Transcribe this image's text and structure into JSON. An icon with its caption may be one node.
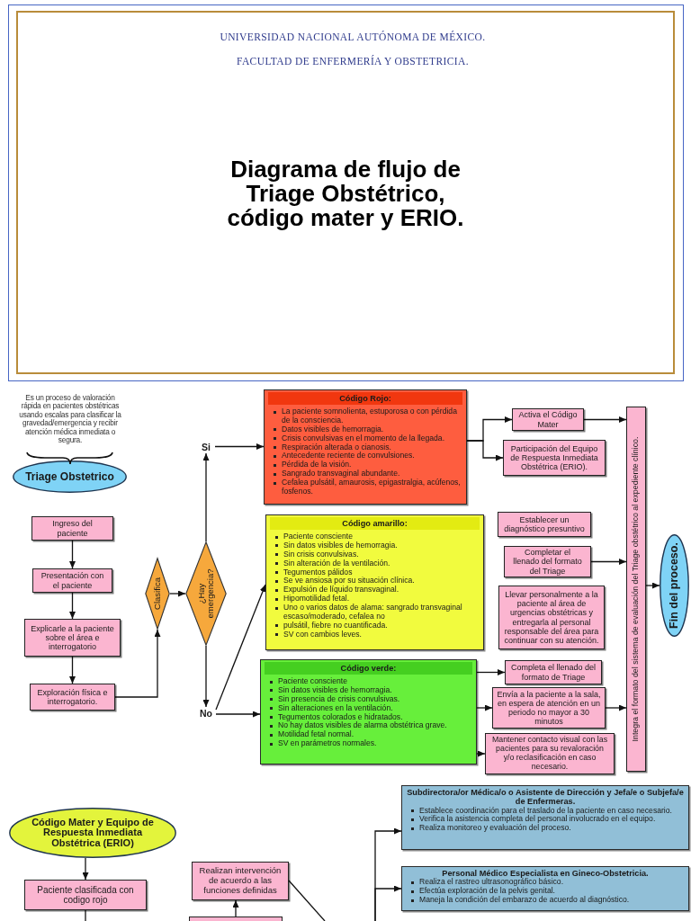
{
  "diagram": {
    "title": "Diagrama de flujo de Triage Obstétrico, código mater y ERIO.",
    "nodes": [
      {
        "text": [
          "Triage Obstetrico"
        ],
        "beside": [
          "Es un proceso de valoración rápida en pacientes obstétricas usando escalas para clasificar la gravedad/emergencia y recibir atención médica inmediata o segura."
        ]
      },
      {
        "text": [
          "Ingreso del paciente"
        ]
      },
      {
        "text": [
          "Presentación con el paciente"
        ]
      },
      {
        "text": [
          "Explicarle a la paciente sobre el área e interrogatorio"
        ]
      },
      {
        "text": [
          "Exploración física e interrogatorio."
        ]
      },
      {
        "text": [
          "Clasifica"
        ]
      },
      {
        "text": [
          "¿Hay emergencia?"
        ]
      },
      {
        "text": [
          "Si"
        ]
      },
      {
        "text": [
          "No"
        ]
      },
      {
        "text": [
          "Código Rojo:",
          "La paciente somnolienta, estuporosa o con pérdida de la consciencia.",
          "Datos visibles de hemorragia.",
          "Crisis convulsivas en el momento de la llegada.",
          "Respiración alterada o cianosis.",
          "Antecedente reciente de convulsiones.",
          "Pérdida de la visión.",
          "Sangrado transvaginal abundante.",
          "Cefalea pulsátil, amaurosis, epigastralgia, acúfenos, fosfenos."
        ]
      },
      {
        "text": [
          "Código amarillo:",
          "Paciente consciente",
          "Sin datos visibles de hemorragia.",
          "Sin crisis convulsivas.",
          "Sin alteración de la ventilación.",
          "Tegumentos pálidos",
          "Se ve ansiosa por su situación clínica.",
          "Expulsión de líquido transvaginal.",
          "Hipomotilidad fetal.",
          "Uno o varios datos de alama: sangrado transvaginal escaso/moderado, cefalea no",
          "pulsátil, fiebre no cuantificada.",
          "SV con cambios leves."
        ]
      },
      {
        "text": [
          "Código verde:",
          "Paciente consciente",
          "Sin datos visibles de hemorragia.",
          "Sin presencia de crisis convulsivas.",
          "Sin alteraciones en la ventilación.",
          "Tegumentos colorados e hidratados.",
          "No hay datos visibles de alarma obstétrica grave.",
          "Motilidad fetal normal.",
          "SV en parámetros normales."
        ]
      },
      {
        "text": [
          "Activa el Código Mater"
        ]
      },
      {
        "text": [
          "Participación del Equipo de Respuesta Inmediata Obstétrica (ERIO)."
        ]
      },
      {
        "text": [
          "Establecer un diagnóstico presuntivo"
        ]
      },
      {
        "text": [
          "Completar el llenado del formato del Triage"
        ]
      },
      {
        "text": [
          "Llevar personalmente a la paciente al área de urgencias obstétricas y entregarla al personal responsable del área para continuar con su atención."
        ]
      },
      {
        "text": [
          "Completa el llenado del formato de Triage"
        ]
      },
      {
        "text": [
          "Envía a la paciente a la sala, en espera de atención en un periodo no mayor a 30 minutos"
        ]
      },
      {
        "text": [
          "Mantener contacto visual con las pacientes para su revaloración y/o reclasificación en caso necesario."
        ]
      },
      {
        "text": [
          "Integra el formato del sistema de evaluación del Triage obstétrico al expediente clínico."
        ]
      },
      {
        "text": [
          "Fin del proceso."
        ]
      },
      {
        "text": [
          "Código Mater y Equipo de Respuesta Inmediata Obstétrica (ERIO)"
        ]
      },
      {
        "text": [
          "Paciente clasificada con codigo rojo"
        ]
      },
      {
        "text": [
          "Realizan intervención de acuerdo a las funciones definidas"
        ]
      },
      {
        "text": [],
        "shape": "box"
      },
      {
        "text": [
          "Subdirectora/or Médica/o o Asistente de Dirección y Jefa/e o Subjefa/e de Enfermeras.",
          "Establece coordinación para el traslado de la paciente en caso necesario.",
          "Verifica la asistencia completa del personal involucrado en el equipo.",
          "Realiza monitoreo y evaluación del proceso."
        ]
      },
      {
        "text": [
          "Personal Médico Especialista en Gineco-Obstetricia.",
          "Realiza el rastreo ultrasonográfico básico.",
          "Efectúa exploración de la pelvis genital.",
          "Maneja la condición del embarazo de acuerdo al diagnóstico."
        ]
      }
    ],
    "edges": [
      {
        "from": 1,
        "to": 2,
        "arrow": "to"
      },
      {
        "from": 2,
        "to": 3,
        "arrow": "to"
      },
      {
        "from": 3,
        "to": 4,
        "arrow": "to"
      },
      {
        "from": 4,
        "to": 5,
        "arrow": "to"
      },
      {
        "from": 5,
        "to": 6,
        "arrow": "to"
      },
      {
        "from": 6,
        "to": 7,
        "arrow": "to"
      },
      {
        "from": 6,
        "to": 8,
        "arrow": "to"
      },
      {
        "from": 7,
        "to": 9,
        "arrow": "to"
      },
      {
        "from": 8,
        "to": 10,
        "arrow": "to"
      },
      {
        "from": 8,
        "to": 11,
        "arrow": "to"
      },
      {
        "from": 9,
        "to": 12,
        "arrow": "to"
      },
      {
        "from": 9,
        "to": 13,
        "arrow": "to"
      },
      {
        "from": 12,
        "to": 20,
        "arrow": "to"
      },
      {
        "from": 15,
        "to": 20,
        "arrow": "to"
      },
      {
        "from": 11,
        "to": 17,
        "arrow": "to"
      },
      {
        "from": 11,
        "to": 18,
        "arrow": "to"
      },
      {
        "from": 11,
        "to": 19,
        "arrow": "to"
      },
      {
        "from": 18,
        "to": 20,
        "arrow": "to"
      },
      {
        "from": 20,
        "to": 21,
        "arrow": "to"
      },
      {
        "from": 22,
        "to": 23,
        "arrow": "to"
      },
      {
        "from": 23,
        "to": null,
        "arrow": "none"
      },
      {
        "from": 25,
        "to": 24,
        "arrow": "to"
      },
      {
        "from": 24,
        "to": null,
        "arrow": "none"
      },
      {
        "from": null,
        "to": 26,
        "arrow": "to"
      },
      {
        "from": null,
        "to": 27,
        "arrow": "to"
      }
    ],
    "labels": [
      "UNIVERSIDAD NACIONAL AUTÓNOMA DE MÉXICO.",
      "FACULTAD DE ENFERMERÍA Y OBSTETRICIA."
    ]
  }
}
